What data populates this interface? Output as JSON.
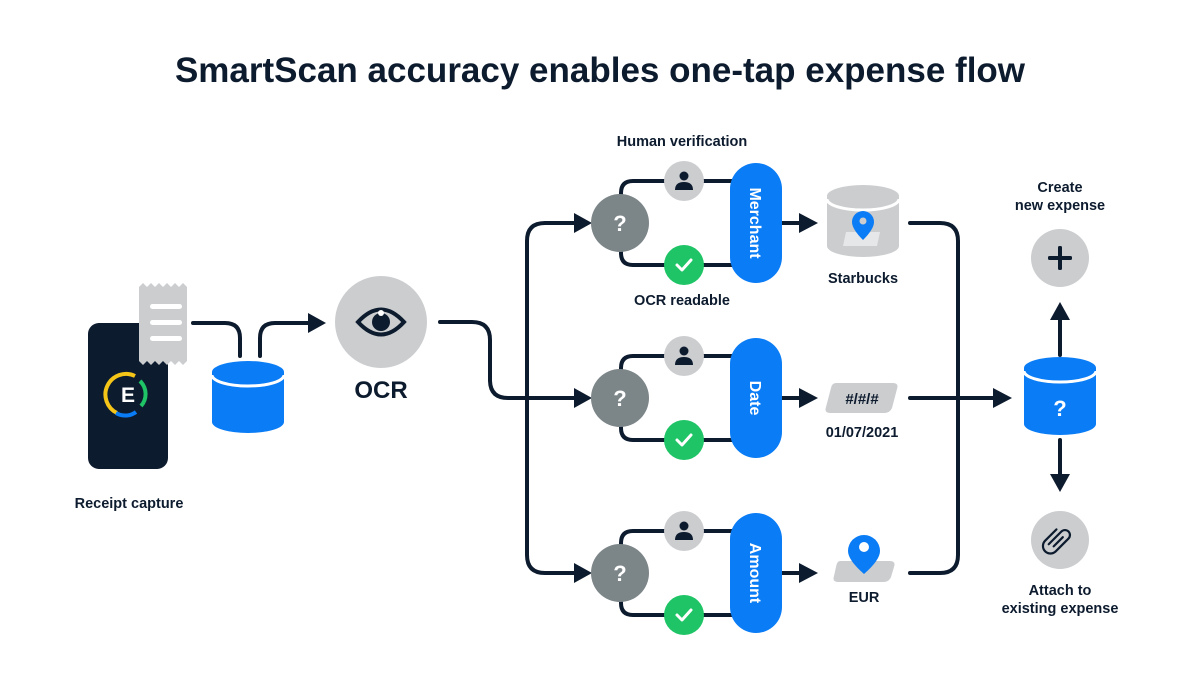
{
  "title": "SmartScan accuracy enables one-tap expense flow",
  "colors": {
    "navy": "#0d1b2e",
    "blue": "#0a7cf5",
    "green": "#1ec465",
    "light_gray": "#cbcdcf",
    "dark_gray": "#7c8588",
    "logo_yellow": "#f5c518",
    "logo_green": "#1ec465",
    "logo_blue": "#0a7cf5"
  },
  "capture": {
    "label": "Receipt capture",
    "logo_letter": "E",
    "icons": [
      "phone-icon",
      "receipt-icon",
      "database-icon"
    ]
  },
  "ocr": {
    "label": "OCR",
    "icon": "eye-icon"
  },
  "verification": {
    "top_label": "Human verification",
    "bottom_label": "OCR readable",
    "question_mark": "?",
    "human_icon": "person-icon",
    "ocr_icon": "check-icon"
  },
  "fields": [
    {
      "name": "Merchant",
      "result_label": "Starbucks",
      "result_icon": "location-database-icon"
    },
    {
      "name": "Date",
      "result_label": "01/07/2021",
      "result_icon": "date-format-icon",
      "result_text": "#/#/#"
    },
    {
      "name": "Amount",
      "result_label": "EUR",
      "result_icon": "location-pin-icon"
    }
  ],
  "outcome": {
    "hub_symbol": "?",
    "create": {
      "label_line1": "Create",
      "label_line2": "new expense",
      "icon": "plus-icon"
    },
    "attach": {
      "label_line1": "Attach to",
      "label_line2": "existing expense",
      "icon": "paperclip-icon"
    }
  }
}
